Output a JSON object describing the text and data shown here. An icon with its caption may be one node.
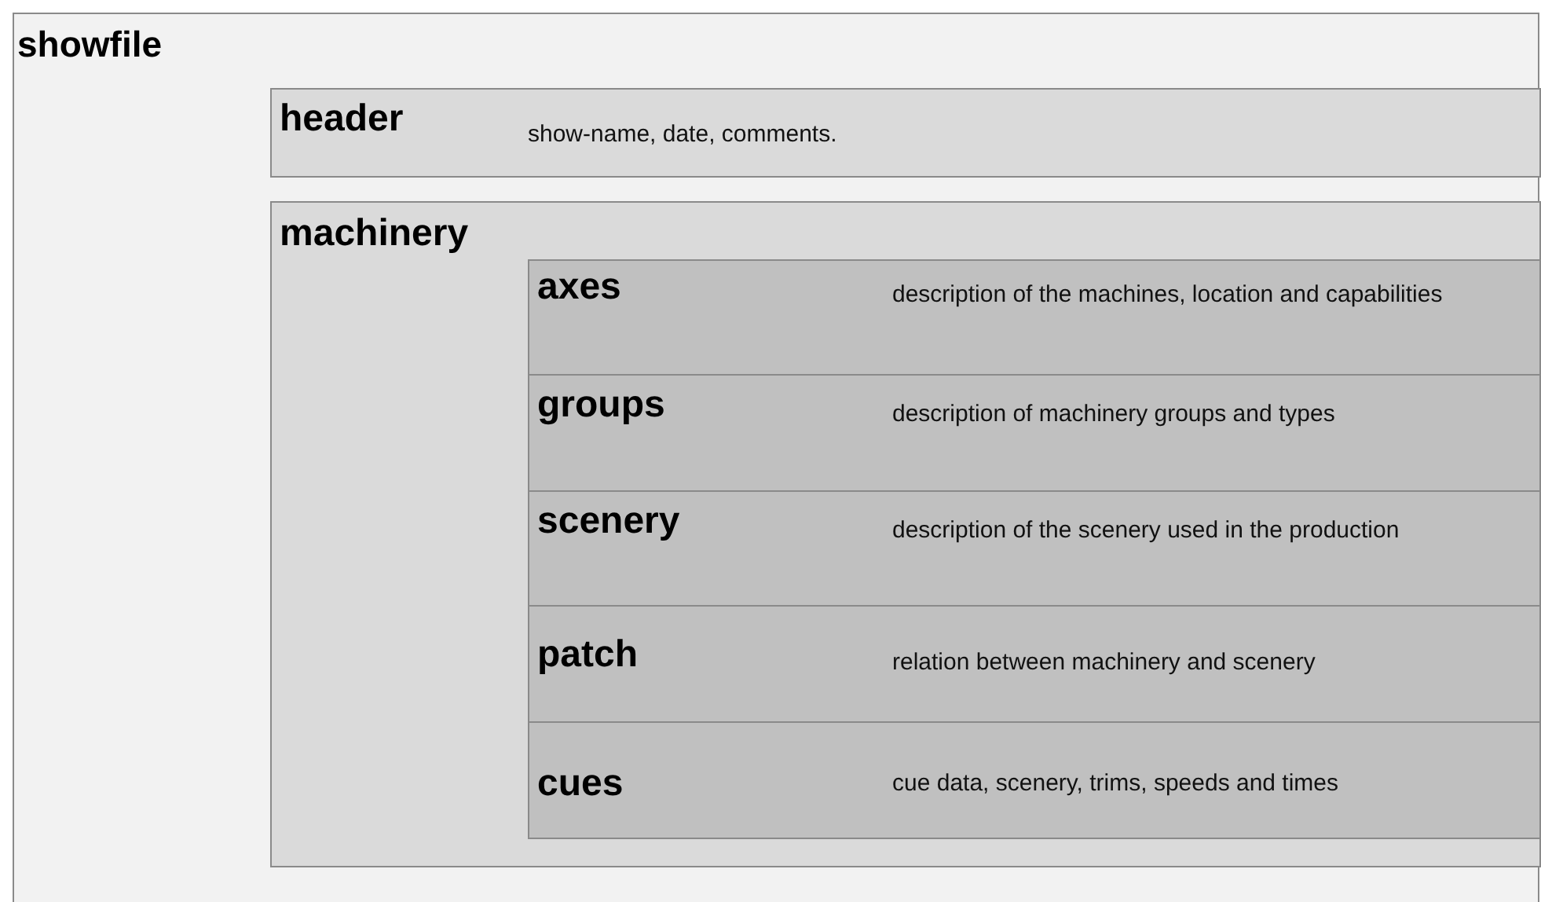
{
  "diagram": {
    "nodes": [
      {
        "text": [
          "showfile"
        ]
      },
      {
        "text": [
          "header",
          "show-name, date, comments."
        ],
        "in": 0
      },
      {
        "text": [
          "machinery"
        ],
        "in": 0
      },
      {
        "text": [
          "axes",
          "description of the machines, location and capabilities"
        ],
        "in": 2
      },
      {
        "text": [
          "groups",
          "description of machinery groups and types"
        ],
        "in": 2
      },
      {
        "text": [
          "scenery",
          "description of the scenery used in the production"
        ],
        "in": 2
      },
      {
        "text": [
          "patch",
          "relation between machinery and scenery"
        ],
        "in": 2
      },
      {
        "text": [
          "cues",
          "cue data, scenery, trims, speeds and times"
        ],
        "in": 2
      }
    ]
  }
}
